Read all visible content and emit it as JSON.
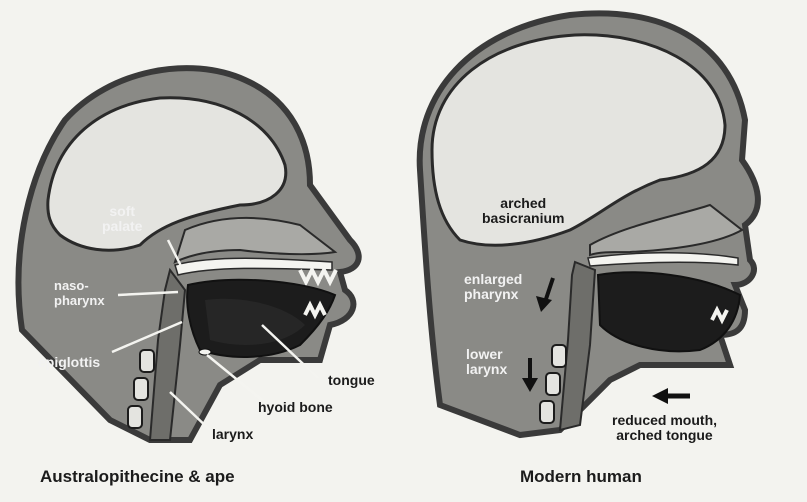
{
  "figure": {
    "left": {
      "caption": "Australopithecine & ape",
      "labels": {
        "soft_palate": "soft\npalate",
        "naso_pharynx": "naso-\npharynx",
        "epiglottis": "epiglottis",
        "tongue": "tongue",
        "hyoid_bone": "hyoid bone",
        "larynx": "larynx"
      }
    },
    "right": {
      "caption": "Modern human",
      "labels": {
        "arched_basicranium": "arched\nbasicranium",
        "enlarged_pharynx": "enlarged\npharynx",
        "lower_larynx": "lower\nlarynx",
        "reduced_mouth": "reduced mouth,\narched tongue"
      }
    },
    "colors": {
      "skull_outline": "#3a3a3a",
      "skull_fill": "#e4e4e0",
      "tissue": "#8a8a86",
      "oral_cavity": "#1c1c1c",
      "paper": "#f3f3ef"
    }
  }
}
